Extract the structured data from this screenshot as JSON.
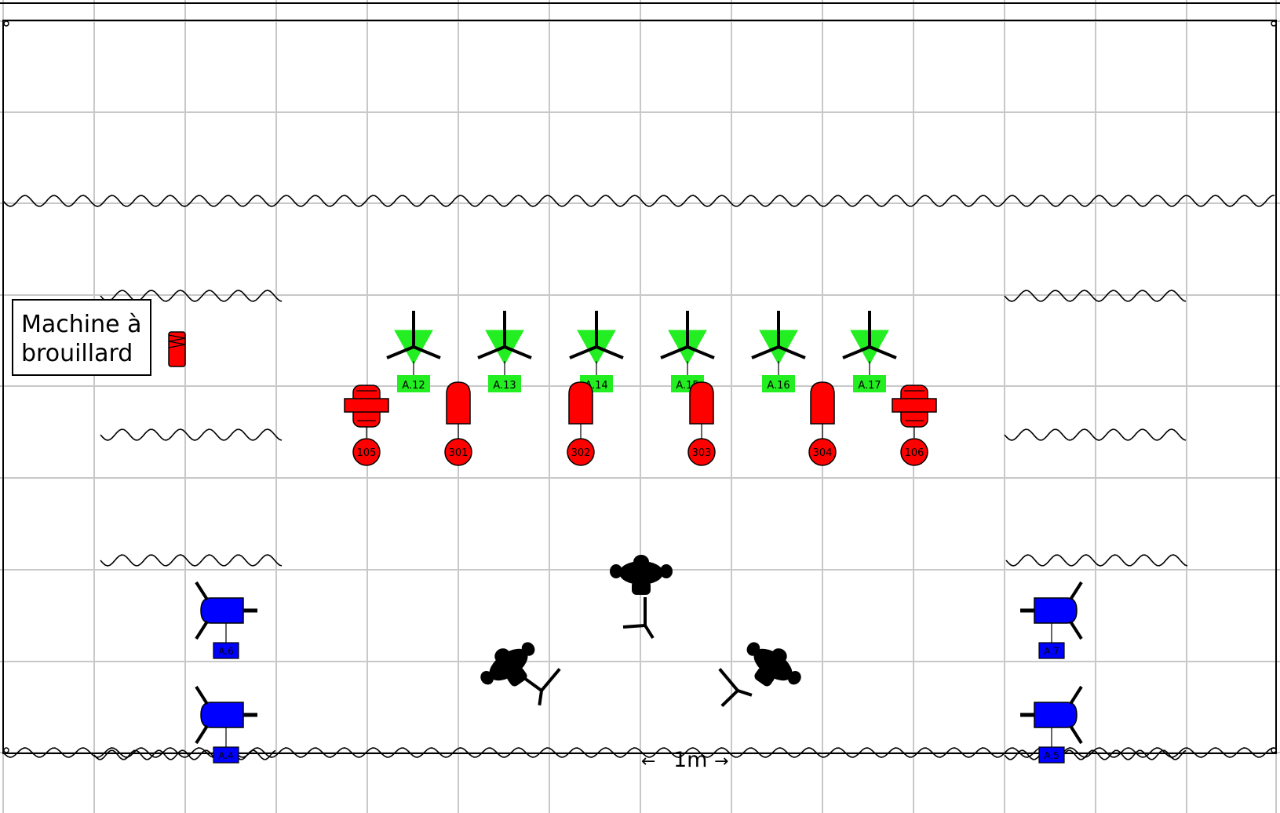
{
  "colors": {
    "grid": "#c8c8c8",
    "moving_head": "#22ee22",
    "fixture": "#ff0000",
    "blue_fixture": "#0000ff",
    "ink": "#000000"
  },
  "fog_machine": {
    "label_line1": "Machine à",
    "label_line2": "brouillard",
    "icon": "fog-machine-icon"
  },
  "moving_heads": [
    {
      "label": "A.12",
      "icon": "moving-head-icon"
    },
    {
      "label": "A.13",
      "icon": "moving-head-icon"
    },
    {
      "label": "A.14",
      "icon": "moving-head-icon"
    },
    {
      "label": "A.15",
      "icon": "moving-head-icon"
    },
    {
      "label": "A.16",
      "icon": "moving-head-icon"
    },
    {
      "label": "A.17",
      "icon": "moving-head-icon"
    }
  ],
  "red_fixtures": [
    {
      "label": "105",
      "kind": "fresnel",
      "icon": "fresnel-icon"
    },
    {
      "label": "301",
      "kind": "par",
      "icon": "par-can-icon"
    },
    {
      "label": "302",
      "kind": "par",
      "icon": "par-can-icon"
    },
    {
      "label": "303",
      "kind": "par",
      "icon": "par-can-icon"
    },
    {
      "label": "304",
      "kind": "par",
      "icon": "par-can-icon"
    },
    {
      "label": "106",
      "kind": "fresnel",
      "icon": "fresnel-icon"
    }
  ],
  "blue_fixtures": [
    {
      "label": "A.6",
      "side": "left",
      "icon": "profile-spot-icon"
    },
    {
      "label": "A.4",
      "side": "left",
      "icon": "profile-spot-icon"
    },
    {
      "label": "A.7",
      "side": "right",
      "icon": "profile-spot-icon"
    },
    {
      "label": "A.5",
      "side": "right",
      "icon": "profile-spot-icon"
    }
  ],
  "performers": [
    {
      "icon": "performer-icon"
    },
    {
      "icon": "performer-icon"
    },
    {
      "icon": "performer-icon"
    }
  ],
  "scale": {
    "label": "1m",
    "arrow_left": "←",
    "arrow_right": "→"
  }
}
